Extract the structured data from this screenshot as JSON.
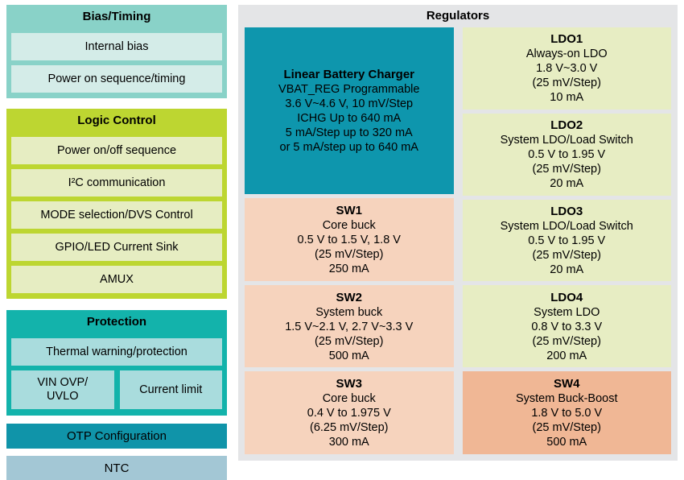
{
  "left_column": {
    "groups": [
      {
        "title": "Bias/Timing",
        "color": "#89d2c8",
        "items": [
          {
            "label": "Internal bias"
          },
          {
            "label": "Power on sequence/timing"
          }
        ]
      },
      {
        "title": "Logic Control",
        "color": "#bdd631",
        "items": [
          {
            "label": "Power on/off sequence"
          },
          {
            "label": "I²C communication"
          },
          {
            "label": "MODE selection/DVS Control"
          },
          {
            "label": "GPIO/LED Current Sink"
          },
          {
            "label": "AMUX"
          }
        ]
      },
      {
        "title": "Protection",
        "color": "#13b3ab",
        "items": [
          {
            "label": "Thermal warning/protection"
          },
          {
            "label": "VIN OVP/\nUVLO"
          },
          {
            "label": "Current limit"
          }
        ]
      }
    ],
    "standalone": [
      {
        "label": "OTP Configuration",
        "color": "#1094a9"
      },
      {
        "label": "NTC",
        "color": "#a3c7d5"
      }
    ]
  },
  "regulators": {
    "title": "Regulators",
    "panel_color": "#e4e5e7",
    "left_cards": [
      {
        "title": "Linear Battery Charger",
        "color": "#0e96ad",
        "lines": [
          "VBAT_REG Programmable",
          "3.6 V~4.6 V, 10 mV/Step",
          "ICHG Up to 640 mA",
          "5 mA/Step up to 320 mA",
          "or 5 mA/step up to 640 mA"
        ]
      },
      {
        "title": "SW1",
        "color": "#f6d3bd",
        "lines": [
          "Core buck",
          "0.5 V to 1.5 V, 1.8 V",
          "(25 mV/Step)",
          "250 mA"
        ]
      },
      {
        "title": "SW2",
        "color": "#f6d3bd",
        "lines": [
          "System buck",
          "1.5 V~2.1 V, 2.7 V~3.3 V",
          "(25 mV/Step)",
          "500 mA"
        ]
      },
      {
        "title": "SW3",
        "color": "#f6d3bd",
        "lines": [
          "Core buck",
          "0.4 V to 1.975 V",
          "(6.25 mV/Step)",
          "300 mA"
        ]
      }
    ],
    "right_cards": [
      {
        "title": "LDO1",
        "color": "#e7edc3",
        "lines": [
          "Always-on LDO",
          "1.8 V~3.0 V",
          "(25 mV/Step)",
          "10 mA"
        ]
      },
      {
        "title": "LDO2",
        "color": "#e7edc3",
        "lines": [
          "System LDO/Load Switch",
          "0.5 V to 1.95 V",
          "(25 mV/Step)",
          "20 mA"
        ]
      },
      {
        "title": "LDO3",
        "color": "#e7edc3",
        "lines": [
          "System LDO/Load Switch",
          "0.5 V to 1.95 V",
          "(25 mV/Step)",
          "20 mA"
        ]
      },
      {
        "title": "LDO4",
        "color": "#e7edc3",
        "lines": [
          "System LDO",
          "0.8 V to 3.3 V",
          "(25 mV/Step)",
          "200 mA"
        ]
      },
      {
        "title": "SW4",
        "color": "#f0b795",
        "lines": [
          "System Buck-Boost",
          "1.8 V to 5.0 V",
          "(25 mV/Step)",
          "500 mA"
        ]
      }
    ]
  }
}
